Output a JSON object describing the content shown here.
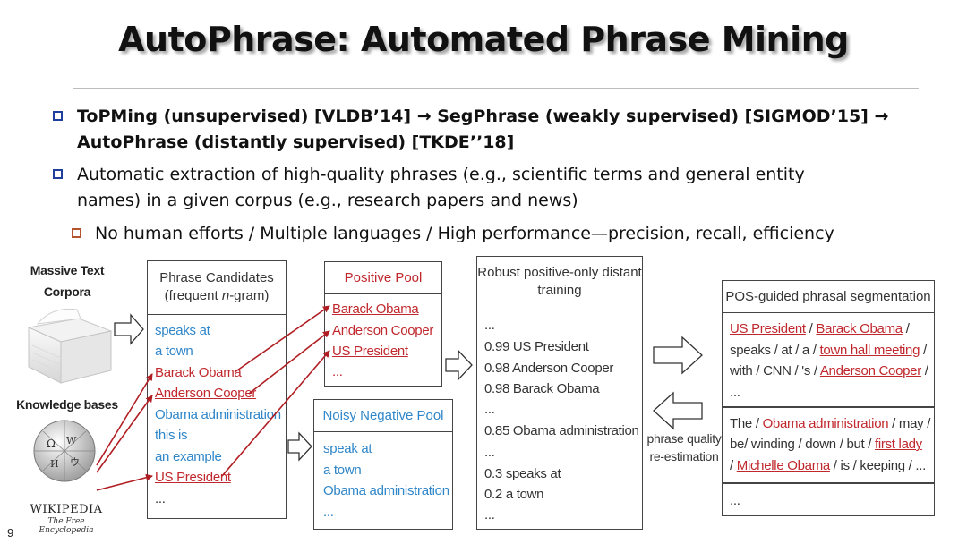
{
  "title": "AutoPhrase: Automated Phrase Mining",
  "bullets": [
    {
      "line1": "ToPMing (unsupervised) [VLDB’14] → SegPhrase (weakly supervised) [SIGMOD’15] →",
      "line2": "AutoPhrase (distantly supervised) [TKDE’’18]"
    },
    {
      "line1": "Automatic extraction of high-quality phrases (e.g., scientific terms and general entity",
      "line2": "names) in a given corpus (e.g., research papers and news)"
    },
    {
      "line1": "No human efforts / Multiple languages / High performance—precision,  recall, efficiency"
    }
  ],
  "sources": {
    "corpora_line1": "Massive Text",
    "corpora_line2": "Corpora",
    "kb": "Knowledge bases",
    "wiki_name": "WIKIPEDIA",
    "wiki_tagline": "The Free Encyclopedia"
  },
  "candidates": {
    "header1": "Phrase Candidates",
    "header2_a": "(frequent ",
    "header2_n": "n",
    "header2_b": "-gram)",
    "items": [
      "speaks at",
      "a town",
      "Barack Obama",
      "Anderson Cooper",
      "Obama administration",
      "this is",
      "an example",
      "US President",
      "..."
    ]
  },
  "positive_pool": {
    "header": "Positive Pool",
    "items": [
      "Barack Obama",
      "Anderson Cooper",
      "US President",
      "..."
    ]
  },
  "negative_pool": {
    "header": "Noisy Negative Pool",
    "items": [
      "speak at",
      "a town",
      "Obama administration",
      "..."
    ]
  },
  "training": {
    "header1": "Robust positive-only distant",
    "header2": "training",
    "items": [
      "...",
      "0.99 US President",
      "0.98 Anderson Cooper",
      "0.98 Barack Obama",
      "...",
      "0.85 Obama administration",
      "...",
      "0.3 speaks at",
      "0.2 a town",
      "..."
    ]
  },
  "reestimation": {
    "line1": "phrase quality",
    "line2": "re-estimation"
  },
  "segmentation": {
    "header": "POS-guided phrasal segmentation",
    "s1": {
      "l1": [
        [
          "US President",
          "u"
        ],
        [
          " / ",
          "d"
        ],
        [
          "Barack Obama",
          "u"
        ],
        [
          " /",
          "d"
        ]
      ],
      "l2": [
        [
          "speaks / at / a / ",
          "d"
        ],
        [
          "town  hall meeting",
          "u"
        ],
        [
          " /",
          "d"
        ]
      ],
      "l3": [
        [
          "with / CNN / 's / ",
          "d"
        ],
        [
          "Anderson Cooper",
          "u"
        ],
        [
          " /",
          "d"
        ]
      ],
      "l4": [
        [
          "...",
          "d"
        ]
      ]
    },
    "s2": {
      "l1": [
        [
          "The / ",
          "d"
        ],
        [
          "Obama administration",
          "u"
        ],
        [
          " / may /",
          "d"
        ]
      ],
      "l2": [
        [
          "be/ winding / down / but / ",
          "d"
        ],
        [
          "first lady",
          "u"
        ]
      ],
      "l3": [
        [
          "/ ",
          "d"
        ],
        [
          "Michelle Obama",
          "u"
        ],
        [
          " / is / keeping /  ...",
          "d"
        ]
      ]
    },
    "s3": "..."
  },
  "page_number": "9",
  "colors": {
    "candidate_text": "#2f86c9",
    "highlight_text": "#c0282d",
    "arrow": "#b01e23",
    "bullet_box": "#1f3f9e"
  }
}
